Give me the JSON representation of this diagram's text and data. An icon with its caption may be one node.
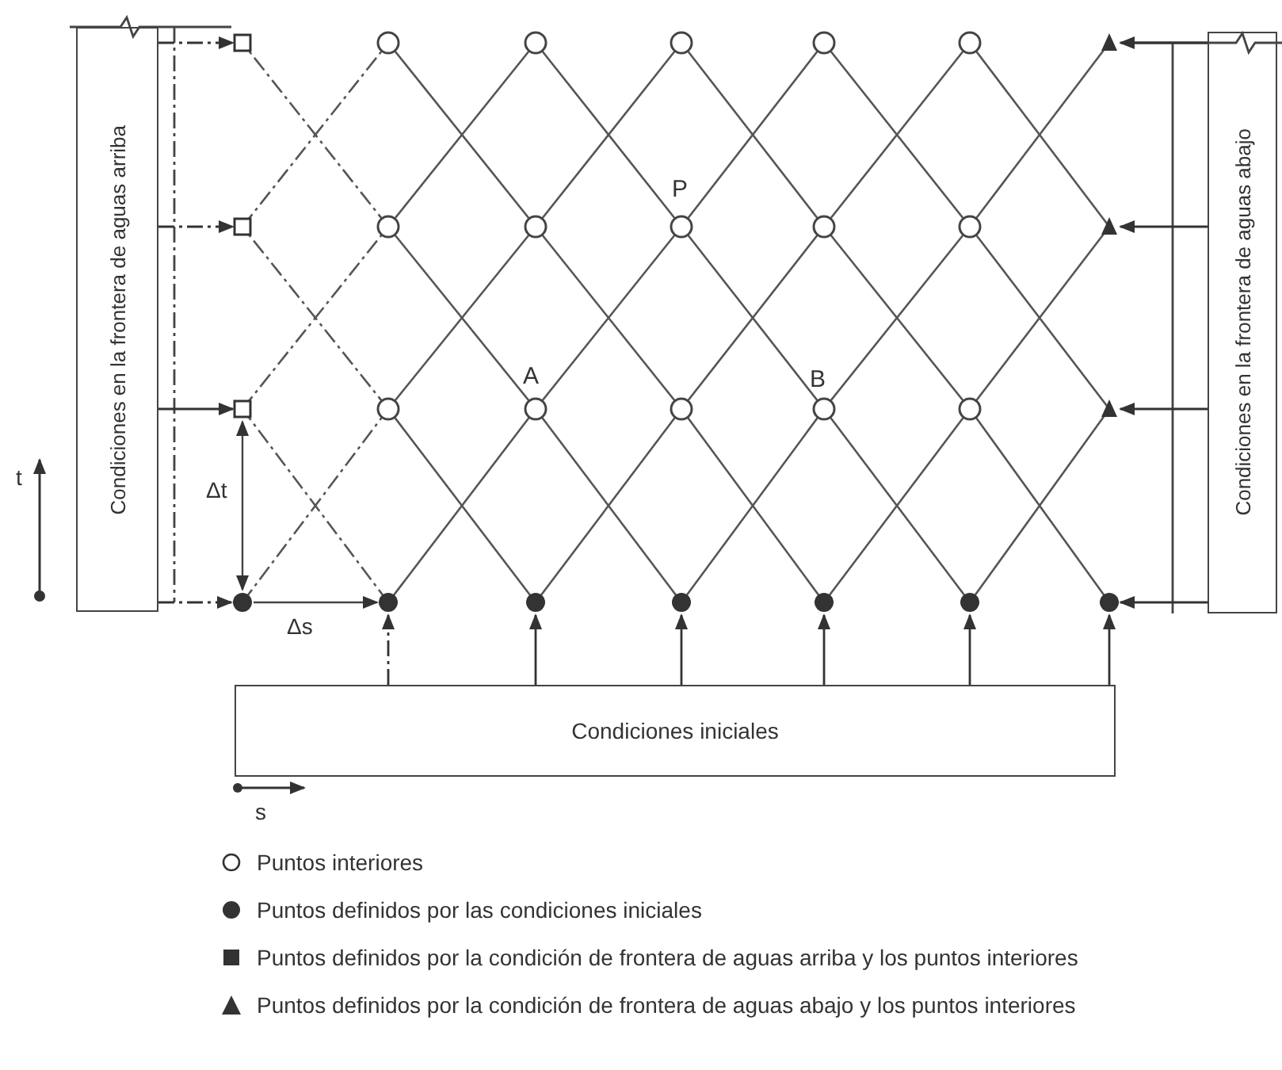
{
  "diagram": {
    "nodes": [
      {
        "text": [
          "Condiciones en la frontera de aguas arriba"
        ]
      },
      {
        "text": [
          "Condiciones en la frontera de aguas abajo"
        ]
      },
      {
        "text": [
          "Condiciones iniciales"
        ]
      }
    ],
    "edges": [
      {
        "from": 0,
        "to": null,
        "arrow": "to",
        "style": "dashed"
      },
      {
        "from": 0,
        "to": null,
        "arrow": "to",
        "style": "dashed"
      },
      {
        "from": 0,
        "to": null,
        "arrow": "to"
      },
      {
        "from": 0,
        "to": null,
        "arrow": "to",
        "style": "dashed"
      },
      {
        "from": 1,
        "to": null,
        "arrow": "to"
      },
      {
        "from": 1,
        "to": null,
        "arrow": "to"
      },
      {
        "from": 1,
        "to": null,
        "arrow": "to"
      },
      {
        "from": 1,
        "to": null,
        "arrow": "to"
      },
      {
        "from": 2,
        "to": null,
        "arrow": "to",
        "style": "dashed"
      },
      {
        "from": 2,
        "to": null,
        "arrow": "to"
      },
      {
        "from": 2,
        "to": null,
        "arrow": "to"
      },
      {
        "from": 2,
        "to": null,
        "arrow": "to"
      },
      {
        "from": 2,
        "to": null,
        "arrow": "to"
      },
      {
        "from": 2,
        "to": null,
        "arrow": "to"
      }
    ],
    "labels": [
      "P",
      "A",
      "B",
      "t",
      "Δt",
      "Δs",
      "s"
    ],
    "legend": [
      {
        "text": "Puntos interiores"
      },
      {
        "text": "Puntos definidos por las condiciones iniciales"
      },
      {
        "text": "Puntos definidos por la condición de frontera de aguas arriba y los puntos interiores"
      },
      {
        "text": "Puntos definidos por la condición de frontera de aguas abajo y los puntos interiores"
      }
    ]
  }
}
